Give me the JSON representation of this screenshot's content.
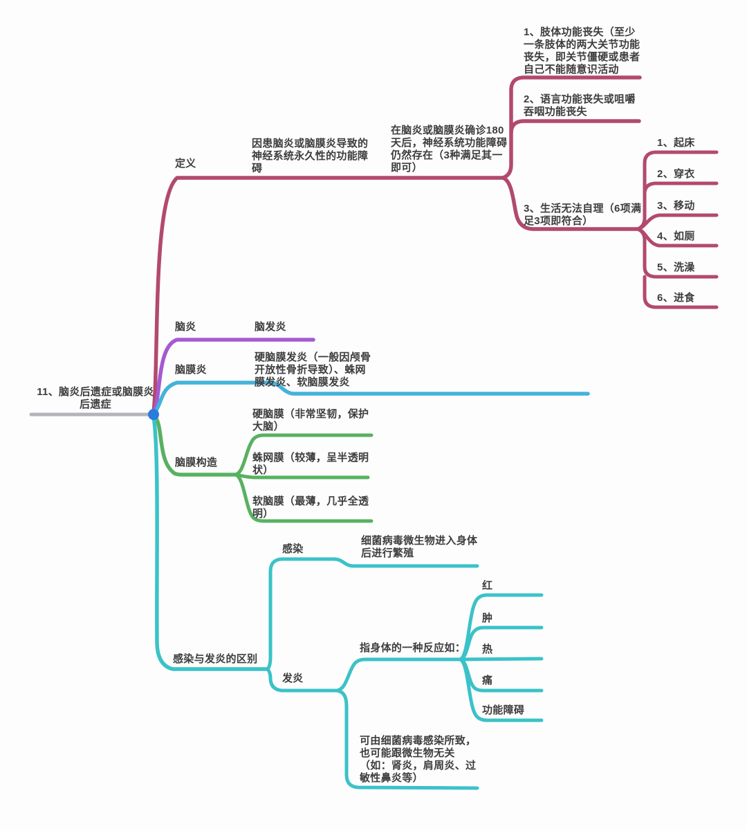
{
  "colors": {
    "crimson": "#b24a6c",
    "purple": "#a55ad2",
    "blue": "#44b3da",
    "green": "#58b161",
    "teal": "#3bc2c8",
    "gray": "#b4b4b8",
    "dot": "#2a7ae0",
    "text": "#3d3d3d",
    "background": "#fdfdfe"
  },
  "root": {
    "label": "11、脑炎后遗症或脑膜炎\n后遗症"
  },
  "definition": {
    "label": "定义",
    "cause": "因患脑炎或脑膜炎导致的\n神经系统永久性的功能障\n碍",
    "condition": "在脑炎或脑膜炎确诊180\n天后，神经系统功能障碍\n仍然存在（3种满足其一\n即可）",
    "criteria": {
      "limb": "1、肢体功能丧失（至少\n一条肢体的两大关节功能\n丧失，即关节僵硬或患者\n自己不能随意识活动",
      "speech": "2、语言功能丧失或咀嚼\n吞咽功能丧失",
      "selfcare": "3、生活无法自理（6项满\n足3项即符合）",
      "selfcare_items": [
        "1、起床",
        "2、穿衣",
        "3、移动",
        "4、如厕",
        "5、洗澡",
        "6、进食"
      ]
    }
  },
  "encephalitis": {
    "label": "脑炎",
    "desc": "脑发炎"
  },
  "meningitis": {
    "label": "脑膜炎",
    "desc": "硬脑膜发炎（一般因颅骨\n开放性骨折导致）、蛛网\n膜发炎、软脑膜发炎"
  },
  "meninges": {
    "label": "脑膜构造",
    "dura": "硬脑膜（非常坚韧，保护\n大脑）",
    "arachnoid": "蛛网膜（较薄，呈半透明\n状）",
    "pia": "软脑膜（最薄，几乎全透\n明）"
  },
  "difference": {
    "label": "感染与发炎的区别",
    "infection": {
      "label": "感染",
      "desc": "细菌病毒微生物进入身体\n后进行繁殖"
    },
    "inflammation": {
      "label": "发炎",
      "response": "指身体的一种反应如：",
      "signs": [
        "红",
        "肿",
        "热",
        "痛",
        "功能障碍"
      ],
      "note": "可由细菌病毒感染所致，\n也可能跟微生物无关\n（如：肾炎，肩周炎、过\n敏性鼻炎等）"
    }
  }
}
